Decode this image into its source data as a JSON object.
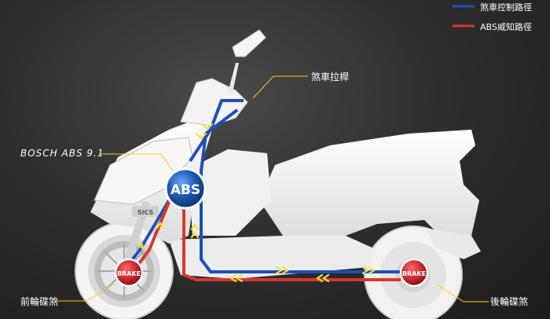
{
  "legend": {
    "items": [
      {
        "label": "煞車控制路徑",
        "color": "#1f4fb8"
      },
      {
        "label": "ABS威知路徑",
        "color": "#d33a2c"
      }
    ]
  },
  "callouts": {
    "brake_lever": "煞車拉桿",
    "abs_module": "BOSCH ABS 9.1",
    "front_brake": "前輪碟煞",
    "rear_brake": "後輪碟煞"
  },
  "components": {
    "abs_badge": "ABS",
    "front_brake_badge": "BRAKE",
    "rear_brake_badge": "BRAKE",
    "body_mark": "SICS"
  },
  "colors": {
    "control_path": "#1f4fb8",
    "abs_path": "#d33a2c",
    "arrow": "#f2e23a",
    "callout_line": "#f2d020",
    "abs_badge_blue": "#1e5ab0",
    "brake_badge_red": "#c8282e"
  }
}
